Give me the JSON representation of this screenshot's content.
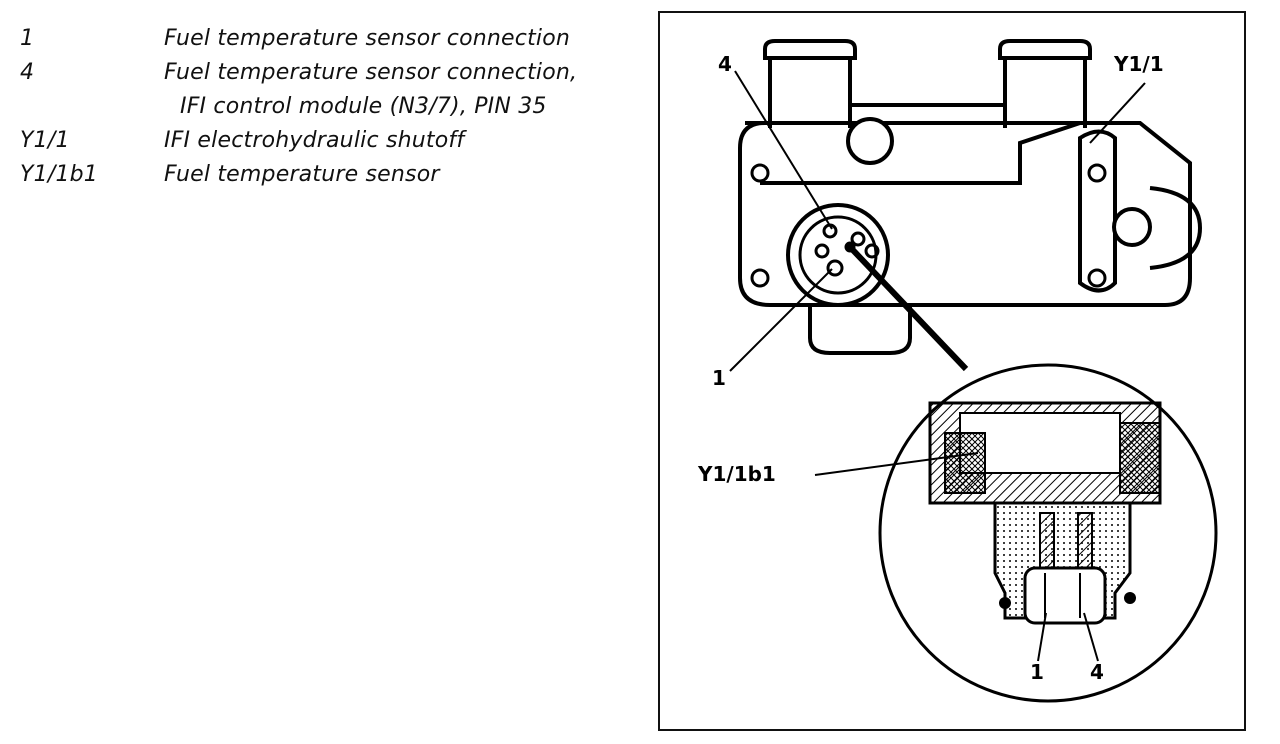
{
  "legend": [
    {
      "key": "1",
      "desc": "Fuel temperature sensor connection",
      "cont": ""
    },
    {
      "key": "4",
      "desc": "Fuel temperature sensor connection,",
      "cont": "IFI control module (N3/7), PIN 35"
    },
    {
      "key": "Y1/1",
      "desc": "IFI electrohydraulic shutoff",
      "cont": ""
    },
    {
      "key": "Y1/1b1",
      "desc": "Fuel temperature sensor",
      "cont": ""
    }
  ],
  "figure": {
    "callouts": {
      "top_4": "4",
      "top_y11": "Y1/1",
      "top_1": "1",
      "y11b1": "Y1/1b1",
      "bottom_1": "1",
      "bottom_4": "4"
    }
  }
}
